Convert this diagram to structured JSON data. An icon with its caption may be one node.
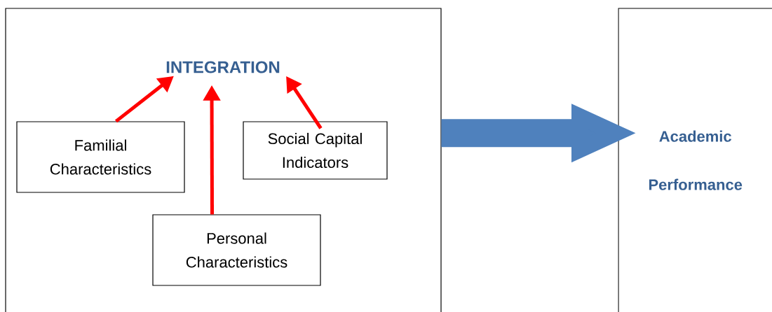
{
  "diagram": {
    "nodes": [
      {
        "text": [],
        "shape": "box"
      },
      {
        "text": [
          "INTEGRATION"
        ],
        "in": 0
      },
      {
        "text": [
          "Familial Characteristics"
        ],
        "in": 0
      },
      {
        "text": [
          "Social Capital Indicators"
        ],
        "in": 0
      },
      {
        "text": [
          "Personal Characteristics"
        ],
        "in": 0
      },
      {
        "text": [
          "Academic Performance"
        ]
      }
    ],
    "edges": [
      {
        "from": 2,
        "to": 1,
        "arrow": "to"
      },
      {
        "from": 4,
        "to": 1,
        "arrow": "to"
      },
      {
        "from": 3,
        "to": 1,
        "arrow": "to"
      },
      {
        "from": 0,
        "to": 5,
        "arrow": "to",
        "style": "thick",
        "color": "#4f81bd"
      }
    ]
  }
}
